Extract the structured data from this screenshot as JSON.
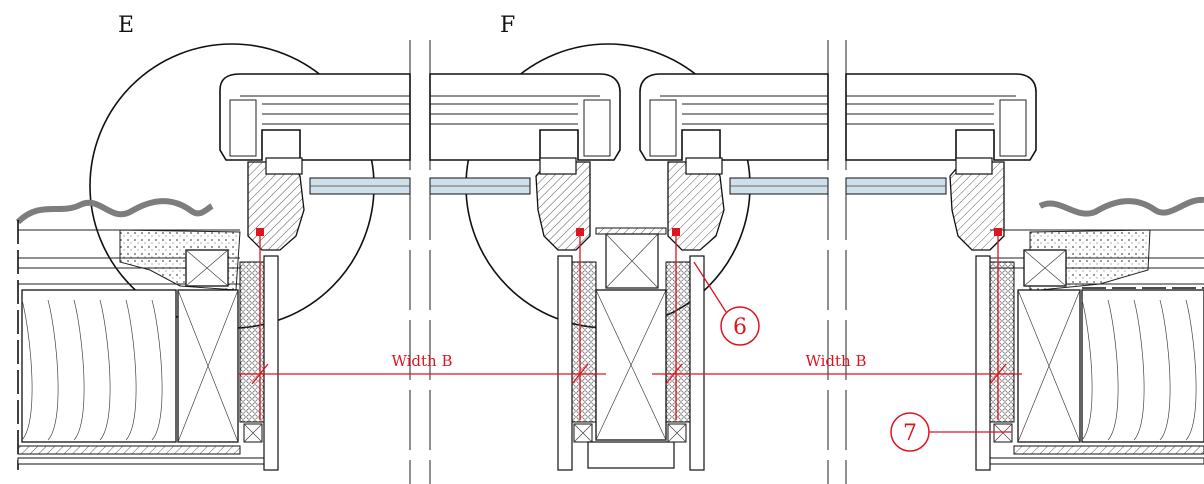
{
  "detail_labels": {
    "left": "E",
    "right": "F"
  },
  "dimensions": {
    "left": "Width B",
    "right": "Width B"
  },
  "callouts": {
    "a": "6",
    "b": "7"
  },
  "colors": {
    "annotation": "#e0141e",
    "line": "#111111",
    "glass": "#cfe0ea",
    "insulation": "#ffffff",
    "roof_tile": "#8a8a8a"
  }
}
